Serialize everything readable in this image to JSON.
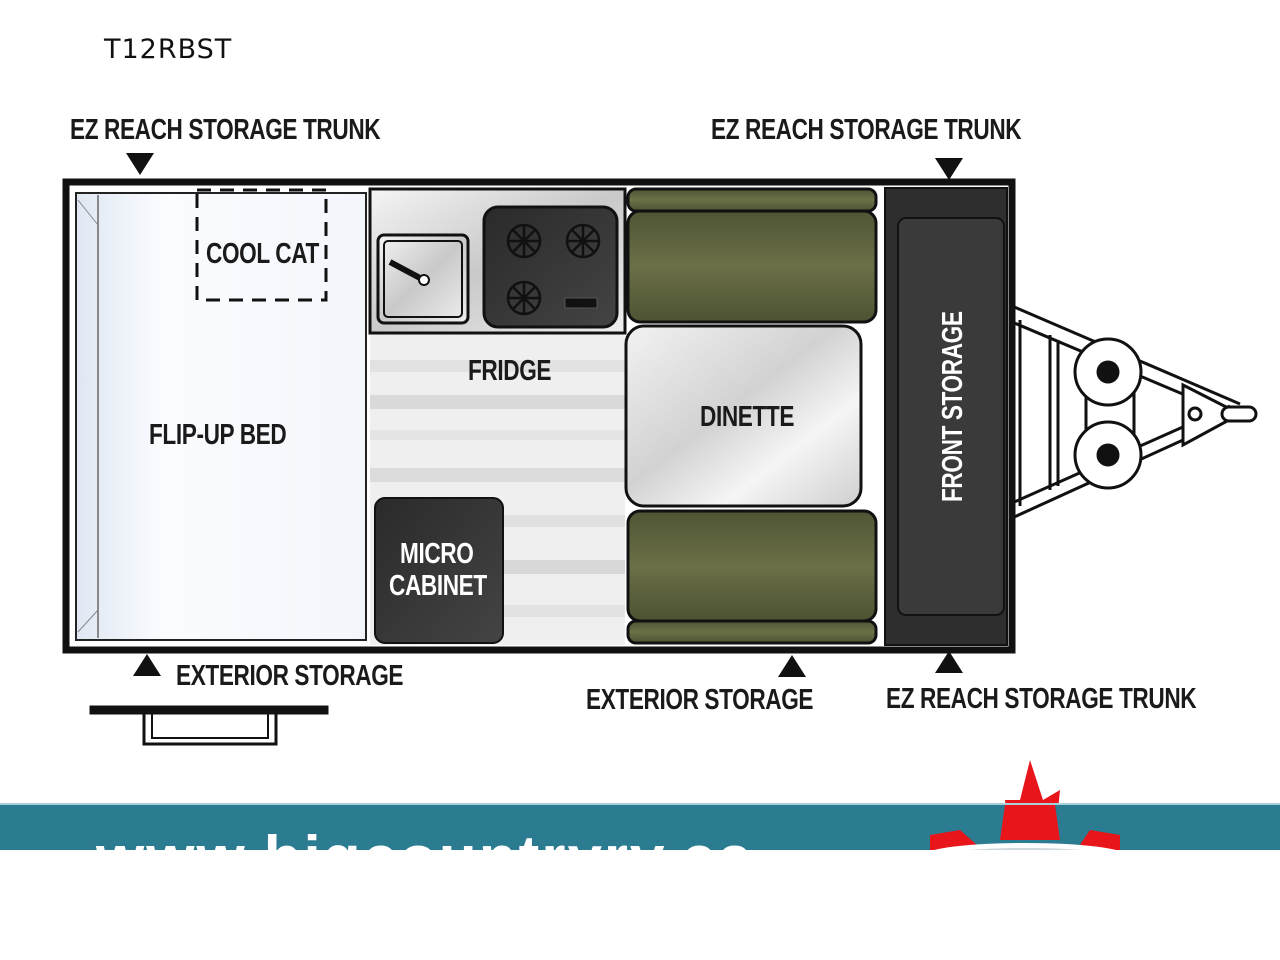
{
  "model": "T12RBST",
  "labels": {
    "ez_trunk_rear_top": "EZ REACH STORAGE TRUNK",
    "ez_trunk_front_top": "EZ REACH STORAGE TRUNK",
    "ez_trunk_front_bottom": "EZ REACH STORAGE TRUNK",
    "exterior_storage_rear": "EXTERIOR STORAGE",
    "exterior_storage_mid": "EXTERIOR STORAGE",
    "cool_cat": "COOL CAT",
    "flip_up_bed": "FLIP-UP BED",
    "fridge": "FRIDGE",
    "micro_line1": "MICRO",
    "micro_line2": "CABINET",
    "dinette": "DINETTE",
    "front_storage": "FRONT STORAGE"
  },
  "banner": {
    "url": "www.bigcountryrv.ca"
  },
  "colors": {
    "banner": "#2b7b91",
    "seat": "#5f6440",
    "logo_red": "#e8161b"
  }
}
